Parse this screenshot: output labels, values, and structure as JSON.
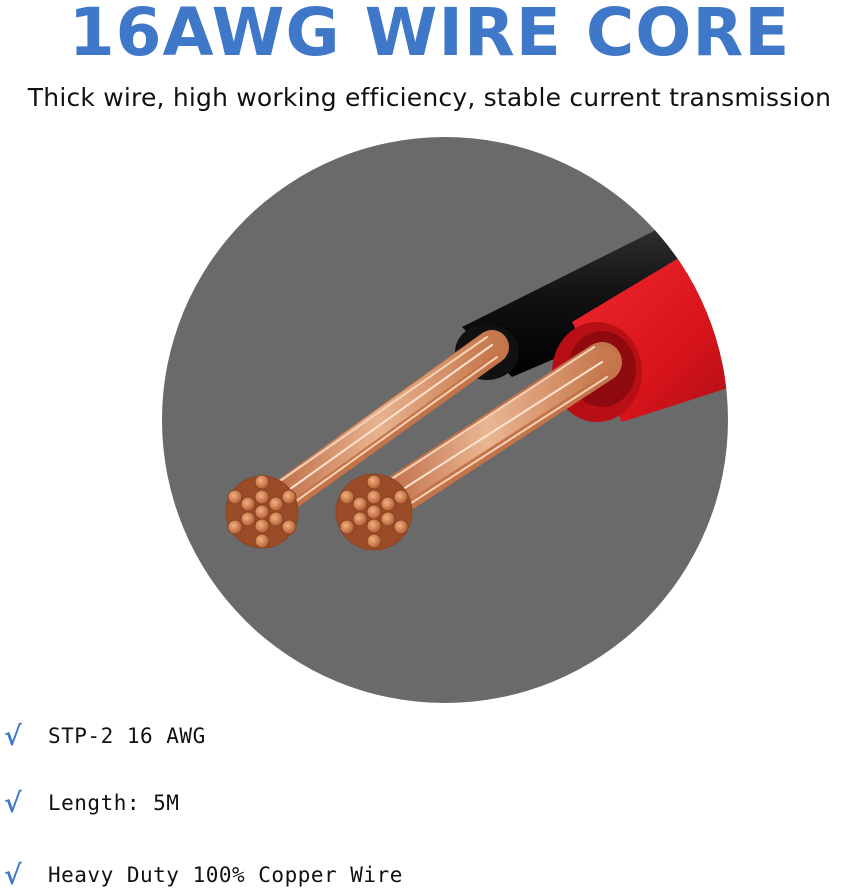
{
  "header": {
    "title": "16AWG WIRE CORE",
    "subtitle": "Thick wire, high working efficiency, stable current transmission"
  },
  "colors": {
    "accent": "#3f78c8",
    "circle": "#6b6a6a",
    "red_insulation": "#d8141b",
    "black_insulation": "#1a1a1a",
    "copper": "#d58a5c"
  },
  "features": [
    {
      "icon": "check-mark-icon",
      "mark": "√",
      "text": "STP-2 16 AWG"
    },
    {
      "icon": "check-mark-icon",
      "mark": "√",
      "text": "Length: 5M"
    },
    {
      "icon": "check-mark-icon",
      "mark": "√",
      "text": "Heavy Duty 100% Copper Wire"
    }
  ]
}
